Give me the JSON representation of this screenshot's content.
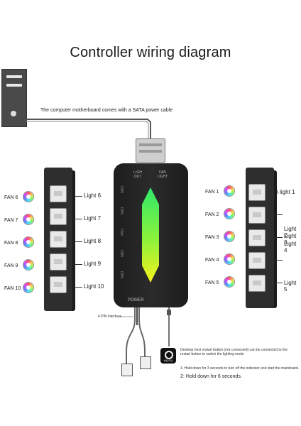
{
  "title": "Controller wiring diagram",
  "sata_note": "The computer motherboard comes with a SATA power cable",
  "hub": {
    "top_left": "LIGH\nOUT",
    "top_right": "FAN\nLIGHT",
    "power_label": "POWER",
    "side_labels": [
      "FAN",
      "FAN",
      "FAN",
      "FAN",
      "FAN"
    ]
  },
  "left_fans": [
    {
      "fan": "FAN  6",
      "light": "Light 6"
    },
    {
      "fan": "FAN  7",
      "light": "Light 7"
    },
    {
      "fan": "FAN  8",
      "light": "Light 8"
    },
    {
      "fan": "FAN  9",
      "light": "Light 9"
    },
    {
      "fan": "FAN  10",
      "light": "Light 10"
    }
  ],
  "right_fans": [
    {
      "fan": "FAN  1"
    },
    {
      "fan": "FAN  2"
    },
    {
      "fan": "FAN  3"
    },
    {
      "fan": "FAN  4"
    },
    {
      "fan": "FAN  5"
    }
  ],
  "right_lights": {
    "l1": "A light 1",
    "l2": "Light 2",
    "l3": "Light 3",
    "l4": "Light 4",
    "l5": "Light 5"
  },
  "pin_interface": "4 PIN interface",
  "button": {
    "caption": "重置/开关",
    "desc": "Desktop host restart button (not connected) can be connected to the restart button to switch the lighting mode",
    "step1": "1: Hold down for 3 seconds to turn off the indicator and start the mainboard.",
    "step2": "2: Hold down for 6 seconds."
  },
  "colors": {
    "panel": "#2e2e2e",
    "hub": "#222222",
    "light_bar_top": "#2ee86a",
    "light_bar_bottom": "#f6f21e"
  }
}
